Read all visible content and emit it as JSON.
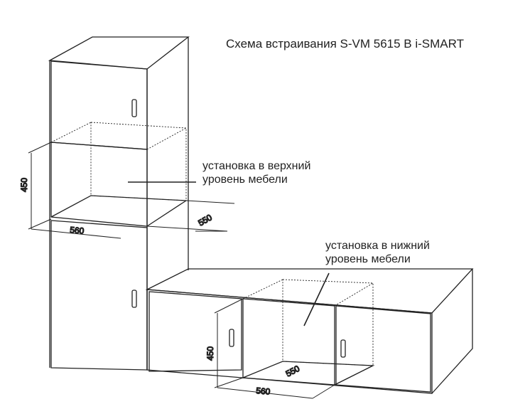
{
  "title": "Схема встраивания S-VM 5615 B i-SMART",
  "upper_install": {
    "line1": "установка в верхний",
    "line2": "уровень мебели",
    "height": "450",
    "width": "560",
    "depth": "550"
  },
  "lower_install": {
    "line1": "установка в нижний",
    "line2": "уровень мебели",
    "height": "450",
    "width": "560",
    "depth": "550"
  }
}
